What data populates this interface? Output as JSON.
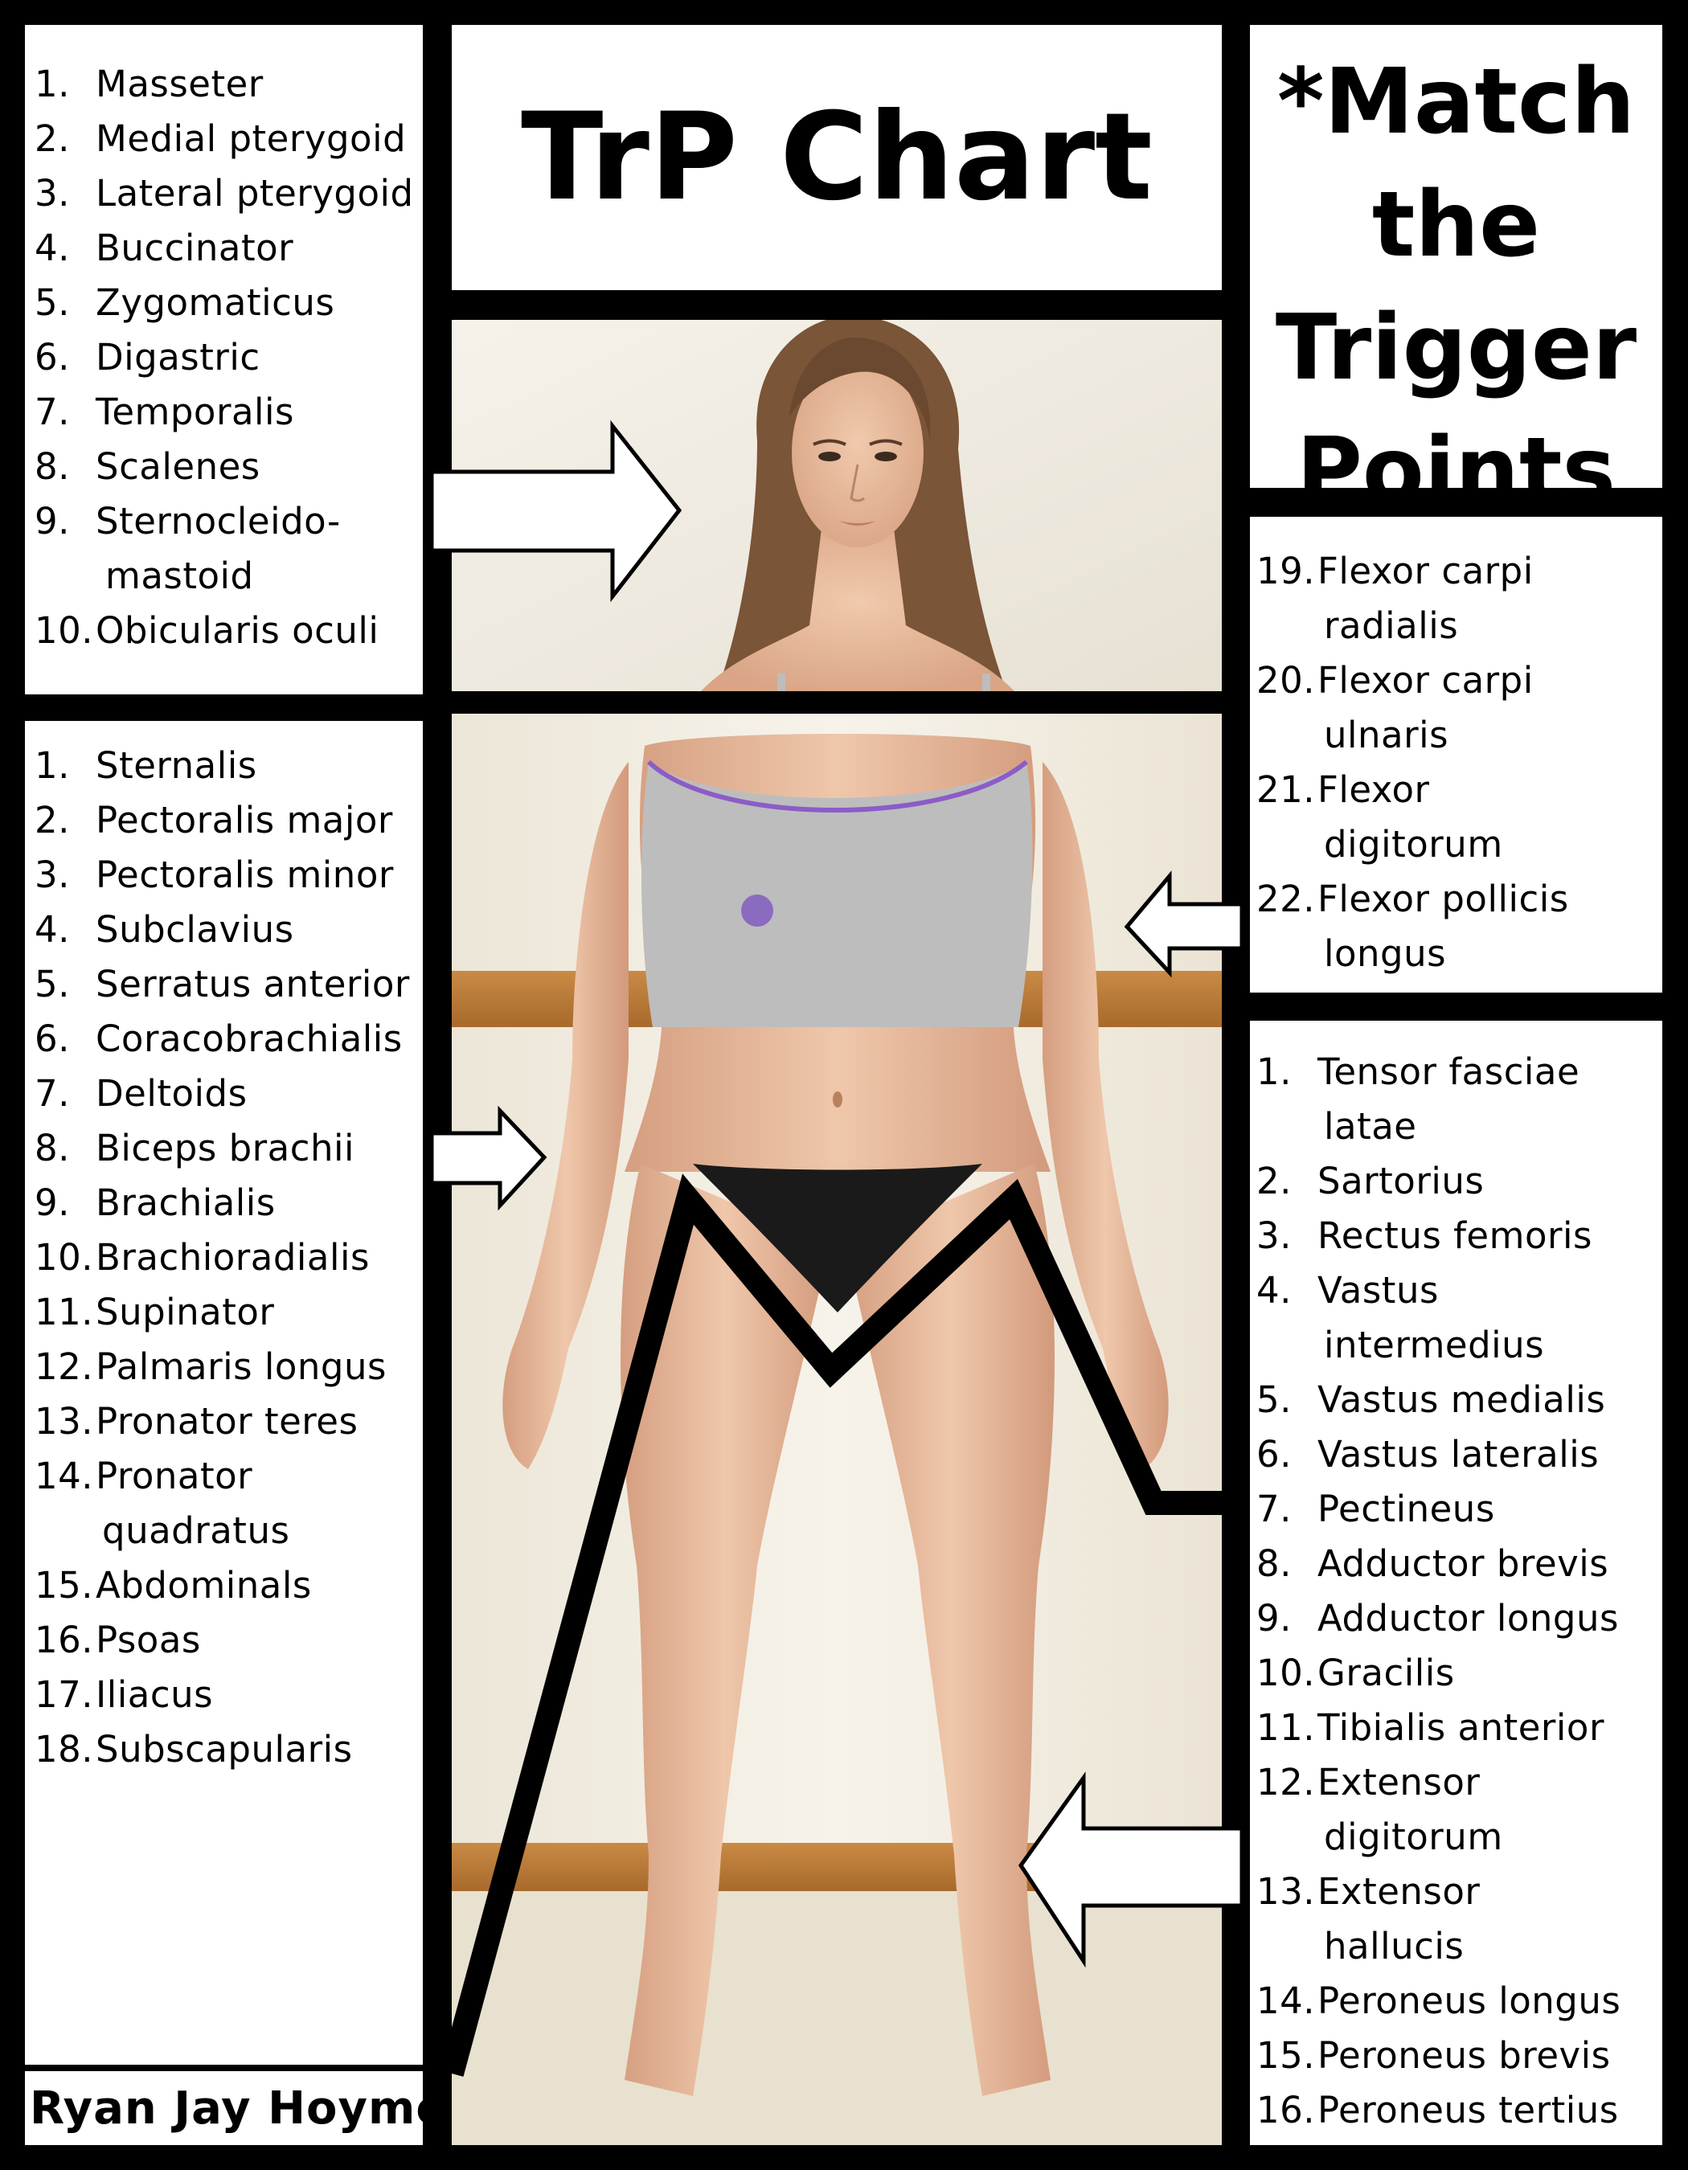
{
  "title": "TrP Chart",
  "side_heading_lines": [
    "*Match",
    "the",
    "Trigger",
    "Points"
  ],
  "author": "Ryan Jay Hoyme",
  "head_list": [
    {
      "num": "1.",
      "lines": [
        "Masseter"
      ]
    },
    {
      "num": "2.",
      "lines": [
        "Medial pterygoid"
      ]
    },
    {
      "num": "3.",
      "lines": [
        "Lateral pterygoid"
      ]
    },
    {
      "num": "4.",
      "lines": [
        "Buccinator"
      ]
    },
    {
      "num": "5.",
      "lines": [
        "Zygomaticus"
      ]
    },
    {
      "num": "6.",
      "lines": [
        "Digastric"
      ]
    },
    {
      "num": "7.",
      "lines": [
        "Temporalis"
      ]
    },
    {
      "num": "8.",
      "lines": [
        "Scalenes"
      ]
    },
    {
      "num": "9.",
      "lines": [
        "Sternocleido-",
        "mastoid"
      ]
    },
    {
      "num": "10.",
      "lines": [
        "Obicularis oculi"
      ]
    }
  ],
  "trunk_list": [
    {
      "num": "1.",
      "lines": [
        "Sternalis"
      ]
    },
    {
      "num": "2.",
      "lines": [
        "Pectoralis major"
      ]
    },
    {
      "num": "3.",
      "lines": [
        "Pectoralis minor"
      ]
    },
    {
      "num": "4.",
      "lines": [
        "Subclavius"
      ]
    },
    {
      "num": "5.",
      "lines": [
        "Serratus anterior"
      ]
    },
    {
      "num": "6.",
      "lines": [
        "Coracobrachialis"
      ]
    },
    {
      "num": "7.",
      "lines": [
        "Deltoids"
      ]
    },
    {
      "num": "8.",
      "lines": [
        "Biceps brachii"
      ]
    },
    {
      "num": "9.",
      "lines": [
        "Brachialis"
      ]
    },
    {
      "num": "10.",
      "lines": [
        "Brachioradialis"
      ]
    },
    {
      "num": "11.",
      "lines": [
        "Supinator"
      ]
    },
    {
      "num": "12.",
      "lines": [
        "Palmaris longus"
      ]
    },
    {
      "num": "13.",
      "lines": [
        "Pronator teres"
      ]
    },
    {
      "num": "14.",
      "lines": [
        "Pronator",
        "quadratus"
      ]
    },
    {
      "num": "15.",
      "lines": [
        "Abdominals"
      ]
    },
    {
      "num": "16.",
      "lines": [
        "Psoas"
      ]
    },
    {
      "num": "17.",
      "lines": [
        "Iliacus"
      ]
    },
    {
      "num": "18.",
      "lines": [
        "Subscapularis"
      ]
    }
  ],
  "forearm_list": [
    {
      "num": "19.",
      "lines": [
        "Flexor carpi",
        "radialis"
      ]
    },
    {
      "num": "20.",
      "lines": [
        "Flexor carpi",
        "ulnaris"
      ]
    },
    {
      "num": "21.",
      "lines": [
        "Flexor",
        "digitorum"
      ]
    },
    {
      "num": "22.",
      "lines": [
        "Flexor pollicis",
        "longus"
      ]
    }
  ],
  "leg_list": [
    {
      "num": "1.",
      "lines": [
        "Tensor fasciae",
        "latae"
      ]
    },
    {
      "num": "2.",
      "lines": [
        "Sartorius"
      ]
    },
    {
      "num": "3.",
      "lines": [
        "Rectus femoris"
      ]
    },
    {
      "num": "4.",
      "lines": [
        "Vastus",
        "intermedius"
      ]
    },
    {
      "num": "5.",
      "lines": [
        "Vastus medialis"
      ]
    },
    {
      "num": "6.",
      "lines": [
        "Vastus lateralis"
      ]
    },
    {
      "num": "7.",
      "lines": [
        "Pectineus"
      ]
    },
    {
      "num": "8.",
      "lines": [
        "Adductor brevis"
      ]
    },
    {
      "num": "9.",
      "lines": [
        "Adductor longus"
      ]
    },
    {
      "num": "10.",
      "lines": [
        "Gracilis"
      ]
    },
    {
      "num": "11.",
      "lines": [
        "Tibialis anterior"
      ]
    },
    {
      "num": "12.",
      "lines": [
        "Extensor",
        "digitorum"
      ]
    },
    {
      "num": "13.",
      "lines": [
        "Extensor",
        "hallucis"
      ]
    },
    {
      "num": "14.",
      "lines": [
        "Peroneus longus"
      ]
    },
    {
      "num": "15.",
      "lines": [
        "Peroneus brevis"
      ]
    },
    {
      "num": "16.",
      "lines": [
        "Peroneus tertius"
      ]
    }
  ]
}
